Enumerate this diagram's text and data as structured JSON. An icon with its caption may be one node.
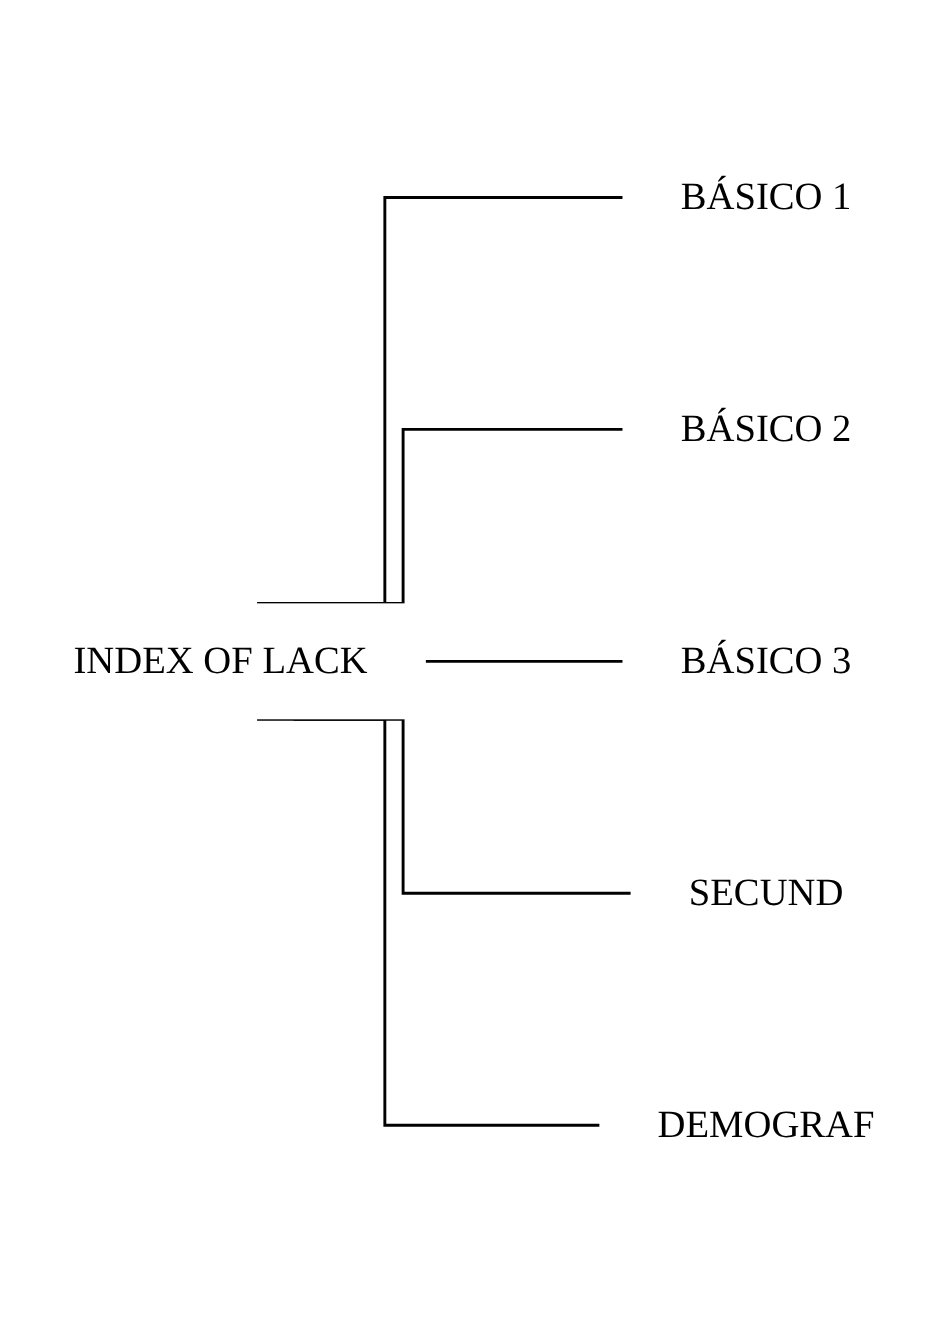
{
  "diagram": {
    "nodes": [
      {
        "text": [
          "INDEX OF LACK"
        ]
      },
      {
        "text": [
          "BÁSICO 1"
        ]
      },
      {
        "text": [
          "BÁSICO 2"
        ]
      },
      {
        "text": [
          "BÁSICO 3"
        ]
      },
      {
        "text": [
          "SECUND"
        ]
      },
      {
        "text": [
          "DEMOGRAF"
        ]
      }
    ],
    "edges": [
      {
        "from": 0,
        "to": 1,
        "arrow": "none"
      },
      {
        "from": 0,
        "to": 2,
        "arrow": "none"
      },
      {
        "from": 0,
        "to": 3,
        "arrow": "none"
      },
      {
        "from": 0,
        "to": 4,
        "arrow": "none"
      },
      {
        "from": 0,
        "to": 5,
        "arrow": "none"
      }
    ]
  }
}
